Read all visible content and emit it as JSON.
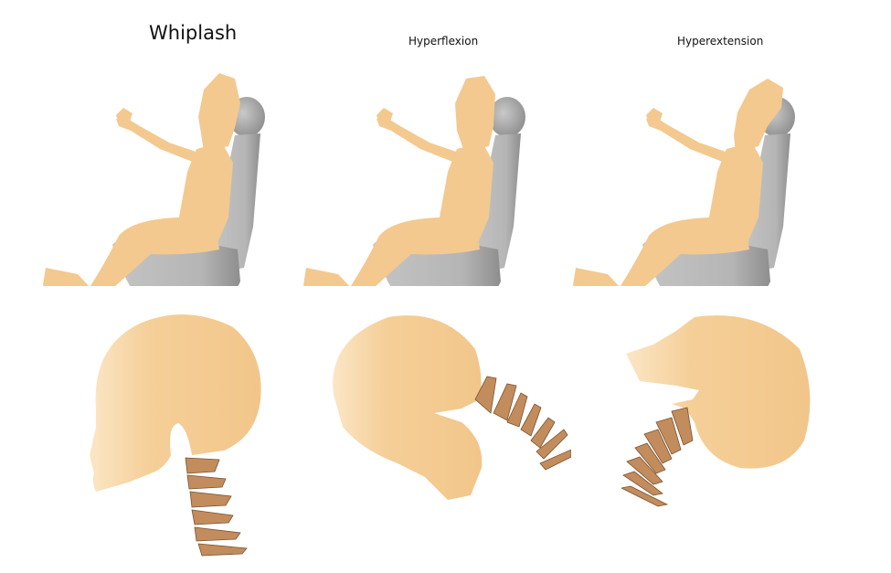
{
  "titles": {
    "whiplash": "Whiplash",
    "hyperflexion": "Hyperflexion",
    "hyperextension": "Hyperextension"
  },
  "colors": {
    "skin": "#f3c98f",
    "skin_light": "#fbe6c6",
    "seat": "#b9b9b9",
    "seat_dark": "#9a9a9a",
    "vertebra": "#c28c5c",
    "vertebra_outline": "#7a5230"
  },
  "panels": [
    {
      "id": "whiplash",
      "row": "seated",
      "head_pose": "neutral"
    },
    {
      "id": "hyperflexion",
      "row": "seated",
      "head_pose": "flexed-forward"
    },
    {
      "id": "hyperextension",
      "row": "seated",
      "head_pose": "extended-backward"
    },
    {
      "id": "whiplash",
      "row": "skull",
      "head_pose": "neutral"
    },
    {
      "id": "hyperflexion",
      "row": "skull",
      "head_pose": "flexed-forward"
    },
    {
      "id": "hyperextension",
      "row": "skull",
      "head_pose": "extended-backward"
    }
  ]
}
